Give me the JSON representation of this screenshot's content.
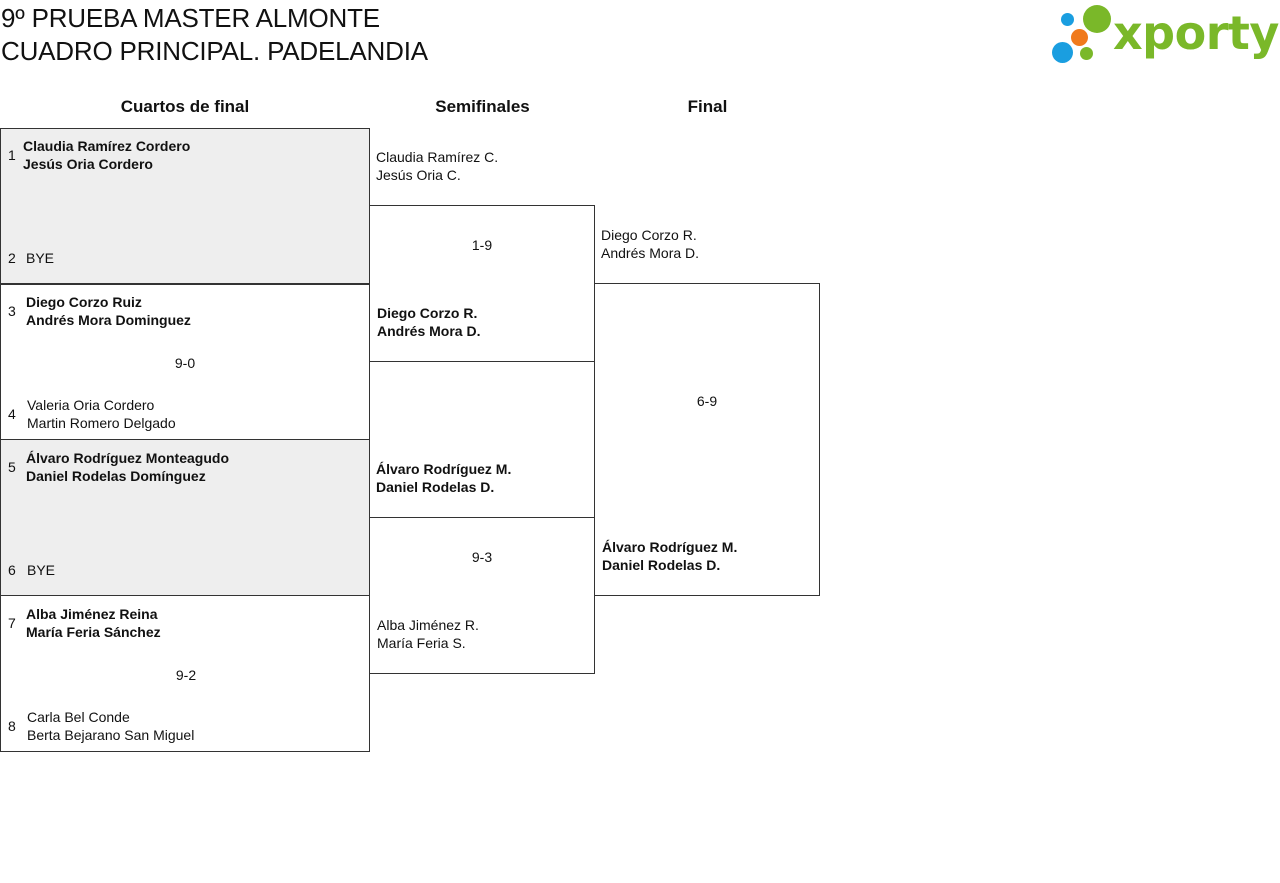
{
  "title": {
    "line1": "9º PRUEBA MASTER ALMONTE",
    "line2": "CUADRO PRINCIPAL. PADELANDIA"
  },
  "logo": {
    "text": "xporty",
    "colors": {
      "blue": "#1a9ee0",
      "orange": "#f07a1c",
      "green": "#7ab829"
    }
  },
  "rounds": [
    "Cuartos de final",
    "Semifinales",
    "Final"
  ],
  "quarterfinals": [
    {
      "top": {
        "seed": "1",
        "p1": "Claudia Ramírez Cordero",
        "p2": "Jesús Oria Cordero"
      },
      "bottom": {
        "seed": "2",
        "p1": "BYE",
        "p2": ""
      },
      "score": ""
    },
    {
      "top": {
        "seed": "3",
        "p1": "Diego Corzo Ruiz",
        "p2": "Andrés Mora Dominguez"
      },
      "bottom": {
        "seed": "4",
        "p1": "Valeria Oria Cordero",
        "p2": "Martin Romero Delgado"
      },
      "score": "9-0"
    },
    {
      "top": {
        "seed": "5",
        "p1": "Álvaro Rodríguez Monteagudo",
        "p2": "Daniel Rodelas Domínguez"
      },
      "bottom": {
        "seed": "6",
        "p1": "BYE",
        "p2": ""
      },
      "score": ""
    },
    {
      "top": {
        "seed": "7",
        "p1": "Alba Jiménez Reina",
        "p2": "María Feria Sánchez"
      },
      "bottom": {
        "seed": "8",
        "p1": "Carla Bel Conde",
        "p2": "Berta Bejarano San Miguel"
      },
      "score": "9-2"
    }
  ],
  "semifinals": [
    {
      "top": {
        "p1": "Claudia Ramírez C.",
        "p2": "Jesús Oria C."
      },
      "bottom": {
        "p1": "Diego Corzo R.",
        "p2": "Andrés Mora D."
      },
      "score": "1-9"
    },
    {
      "top": {
        "p1": "Álvaro Rodríguez M.",
        "p2": "Daniel Rodelas D."
      },
      "bottom": {
        "p1": "Alba Jiménez R.",
        "p2": "María Feria S."
      },
      "score": "9-3"
    }
  ],
  "final": {
    "top": {
      "p1": "Diego Corzo R.",
      "p2": "Andrés Mora D."
    },
    "bottom": {
      "p1": "Álvaro Rodríguez M.",
      "p2": "Daniel Rodelas D."
    },
    "score": "6-9"
  }
}
